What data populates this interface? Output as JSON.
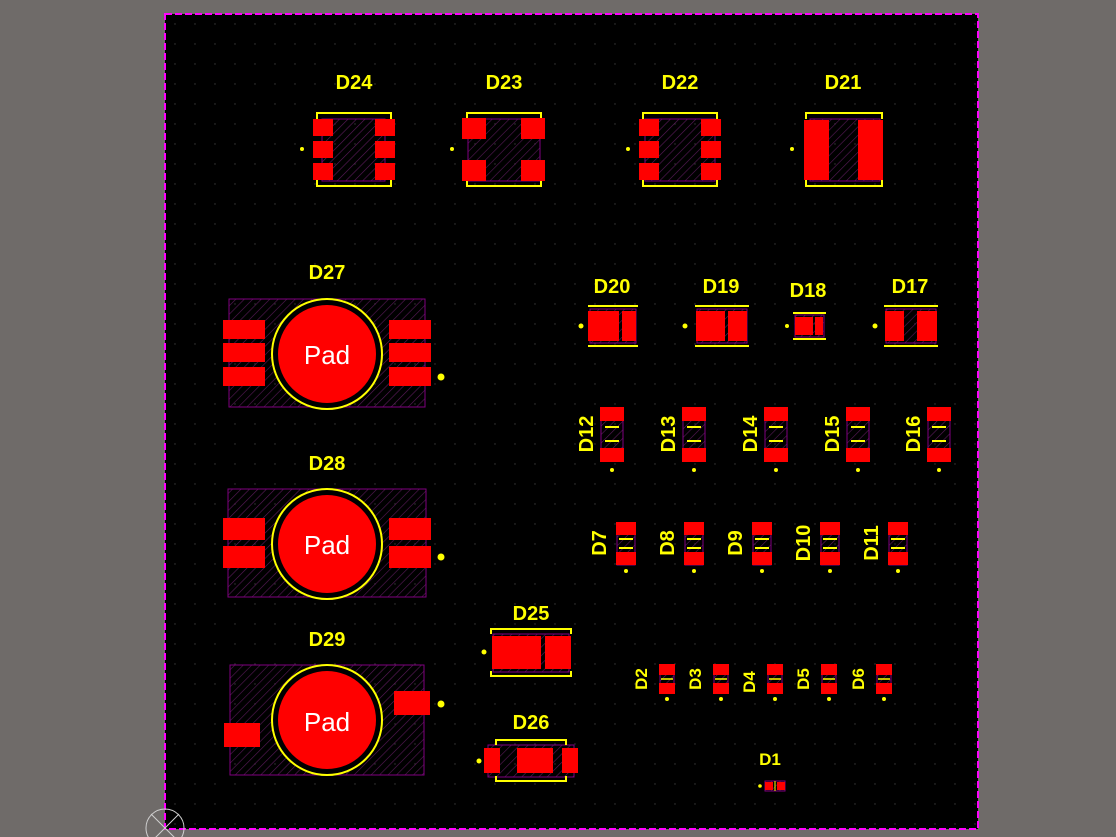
{
  "board": {
    "background": "#000000",
    "outline_color": "#ff00ff",
    "outside_color": "#6f6b69",
    "pad_color": "#ff0000",
    "silk_color": "#ffff00",
    "courtyard_color": "#800080"
  },
  "origin_marker": {
    "icon": "origin-crosshair-icon"
  },
  "components": {
    "d24": {
      "ref": "D24"
    },
    "d23": {
      "ref": "D23"
    },
    "d22": {
      "ref": "D22"
    },
    "d21": {
      "ref": "D21"
    },
    "d27": {
      "ref": "D27",
      "center_pad": "Pad"
    },
    "d28": {
      "ref": "D28",
      "center_pad": "Pad"
    },
    "d29": {
      "ref": "D29",
      "center_pad": "Pad"
    },
    "d20": {
      "ref": "D20"
    },
    "d19": {
      "ref": "D19"
    },
    "d18": {
      "ref": "D18"
    },
    "d17": {
      "ref": "D17"
    },
    "d12": {
      "ref": "D12"
    },
    "d13": {
      "ref": "D13"
    },
    "d14": {
      "ref": "D14"
    },
    "d15": {
      "ref": "D15"
    },
    "d16": {
      "ref": "D16"
    },
    "d7": {
      "ref": "D7"
    },
    "d8": {
      "ref": "D8"
    },
    "d9": {
      "ref": "D9"
    },
    "d10": {
      "ref": "D10"
    },
    "d11": {
      "ref": "D11"
    },
    "d25": {
      "ref": "D25"
    },
    "d26": {
      "ref": "D26"
    },
    "d2": {
      "ref": "D2"
    },
    "d3": {
      "ref": "D3"
    },
    "d4": {
      "ref": "D4"
    },
    "d5": {
      "ref": "D5"
    },
    "d6": {
      "ref": "D6"
    },
    "d1": {
      "ref": "D1"
    }
  }
}
